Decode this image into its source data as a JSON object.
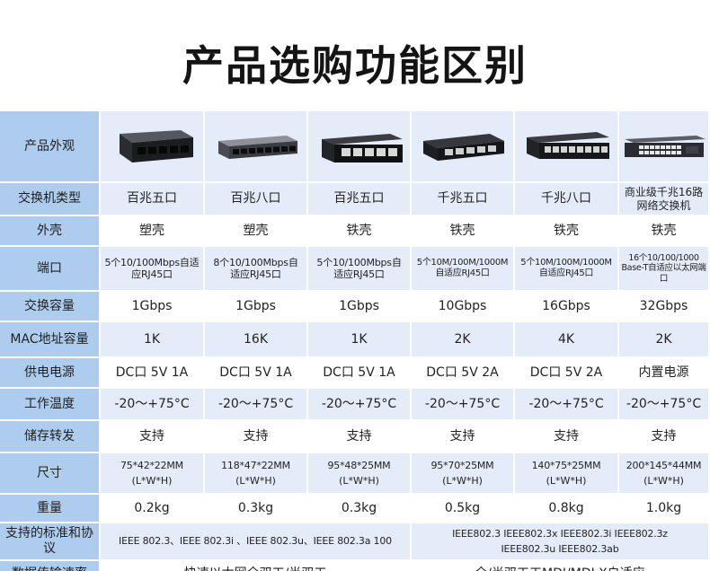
{
  "title": "产品选购功能区别",
  "headers": {
    "appearance": "产品外观",
    "type": "交换机类型",
    "shell": "外壳",
    "port": "端口",
    "capacity": "交换容量",
    "mac": "MAC地址容量",
    "power": "供电电源",
    "temp": "工作温度",
    "store": "储存转发",
    "size": "尺寸",
    "weight": "重量",
    "protocol": "支持的标准和协议",
    "speed": "数据传输速率"
  },
  "types": [
    "百兆五口",
    "百兆八口",
    "百兆五口",
    "千兆五口",
    "千兆八口",
    "商业级千兆16路网络交换机"
  ],
  "shells": [
    "塑壳",
    "塑壳",
    "铁壳",
    "铁壳",
    "铁壳",
    "铁壳"
  ],
  "ports": [
    "5个10/100Mbps自适应RJ45口",
    "8个10/100Mbps自适应RJ45口",
    "5个10/100Mbps自适应RJ45口",
    "5个10M/100M/1000M自适应RJ45口",
    "5个10M/100M/1000M自适应RJ45口",
    "16个10/100/1000 Base-T自适应以太网端口"
  ],
  "capacities": [
    "1Gbps",
    "1Gbps",
    "1Gbps",
    "10Gbps",
    "16Gbps",
    "32Gbps"
  ],
  "macs": [
    "1K",
    "16K",
    "1K",
    "2K",
    "4K",
    "2K"
  ],
  "powers": [
    "DC口 5V 1A",
    "DC口 5V 1A",
    "DC口 5V 1A",
    "DC口 5V 2A",
    "DC口 5V 2A",
    "内置电源"
  ],
  "temps": [
    "-20～+75°C",
    "-20～+75°C",
    "-20～+75°C",
    "-20～+75°C",
    "-20～+75°C",
    "-20～+75°C"
  ],
  "stores": [
    "支持",
    "支持",
    "支持",
    "支持",
    "支持",
    "支持"
  ],
  "sizes": [
    "75*42*22MM",
    "118*47*22MM",
    "95*48*25MM",
    "95*70*25MM",
    "140*75*25MM",
    "200*145*44MM"
  ],
  "size_unit": "(L*W*H)",
  "weights": [
    "0.2kg",
    "0.3kg",
    "0.3kg",
    "0.5kg",
    "0.8kg",
    "1.0kg"
  ],
  "protocol_a": "IEEE 802.3、IEEE 802.3i 、IEEE 802.3u、IEEE 802.3a 100",
  "protocol_b_line1": "IEEE802.3  IEEE802.3x  IEEE802.3i IEEE802.3z",
  "protocol_b_line2": "IEEE802.3u  IEEE802.3ab",
  "speed_a": "快速以太网全双工/半双工",
  "speed_b": "全/半双工工MDI/MDI-X自适应",
  "colors": {
    "header_bg": "#aecdee",
    "alt_row_bg": "#e4ecfa",
    "plain_row_bg": "#ffffff"
  }
}
